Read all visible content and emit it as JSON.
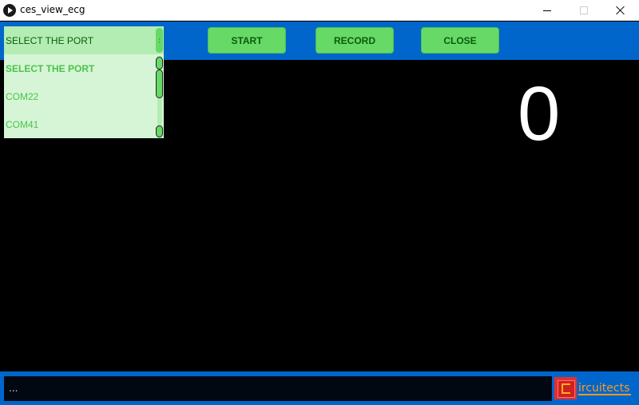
{
  "window": {
    "title": "ces_view_ecg",
    "controls": [
      "minimize",
      "maximize",
      "close"
    ]
  },
  "toolbar": {
    "start_label": "START",
    "record_label": "RECORD",
    "close_label": "CLOSE"
  },
  "port_dropdown": {
    "header": "SELECT THE PORT",
    "toggle_glyph": ":",
    "items": [
      {
        "label": "SELECT THE PORT",
        "selected": true
      },
      {
        "label": "COM22",
        "selected": false
      },
      {
        "label": "COM41",
        "selected": false
      }
    ]
  },
  "display": {
    "value": "0"
  },
  "console": {
    "text": "..."
  },
  "logo": {
    "text": "ircuitects"
  },
  "colors": {
    "bar_blue": "#0066cc",
    "button_green": "#66d966",
    "button_text": "#0a5c0a",
    "dropdown_bg": "#d6f5d6",
    "logo_orange": "#ff9a1a"
  }
}
